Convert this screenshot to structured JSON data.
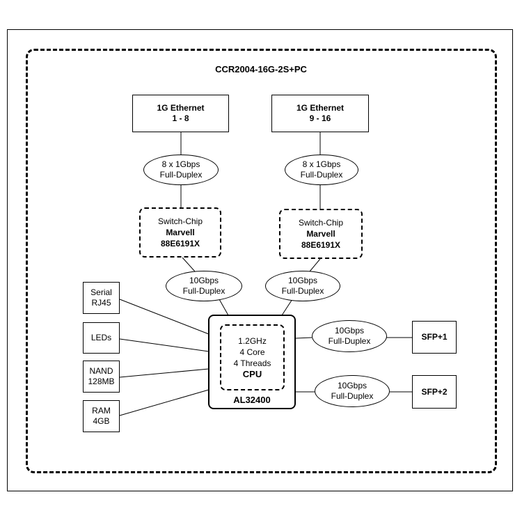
{
  "title": "CCR2004-16G-2S+PC",
  "ethernet_left": {
    "line1": "1G Ethernet",
    "line2": "1 - 8"
  },
  "ethernet_right": {
    "line1": "1G Ethernet",
    "line2": "9 - 16"
  },
  "eth_link_left": {
    "line1": "8 x 1Gbps",
    "line2": "Full-Duplex"
  },
  "eth_link_right": {
    "line1": "8 x 1Gbps",
    "line2": "Full-Duplex"
  },
  "switch_left": {
    "line1": "Switch-Chip",
    "line2": "Marvell",
    "line3": "88E6191X"
  },
  "switch_right": {
    "line1": "Switch-Chip",
    "line2": "Marvell",
    "line3": "88E6191X"
  },
  "switch_cpu_link_left": {
    "line1": "10Gbps",
    "line2": "Full-Duplex"
  },
  "switch_cpu_link_right": {
    "line1": "10Gbps",
    "line2": "Full-Duplex"
  },
  "peripherals": {
    "serial": {
      "line1": "Serial",
      "line2": "RJ45"
    },
    "leds": {
      "line1": "LEDs"
    },
    "nand": {
      "line1": "NAND",
      "line2": "128MB"
    },
    "ram": {
      "line1": "RAM",
      "line2": "4GB"
    }
  },
  "cpu": {
    "line1": "1.2GHz",
    "line2": "4 Core",
    "line3": "4 Threads",
    "label": "CPU",
    "model": "AL32400"
  },
  "sfp_link_1": {
    "line1": "10Gbps",
    "line2": "Full-Duplex"
  },
  "sfp_link_2": {
    "line1": "10Gbps",
    "line2": "Full-Duplex"
  },
  "sfp1": "SFP+1",
  "sfp2": "SFP+2"
}
